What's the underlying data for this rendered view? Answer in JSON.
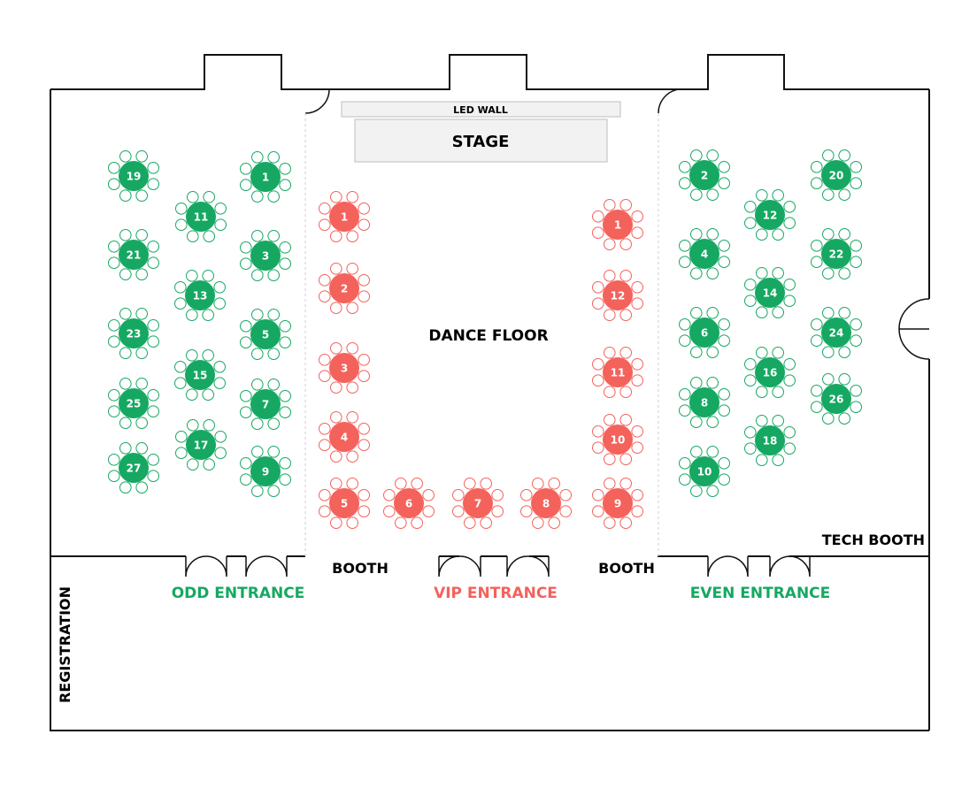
{
  "labels": {
    "led_wall": "LED WALL",
    "stage": "STAGE",
    "dance_floor": "DANCE FLOOR",
    "booth_left": "BOOTH",
    "booth_right": "BOOTH",
    "tech_booth": "TECH BOOTH",
    "odd_entrance": "ODD ENTRANCE",
    "vip_entrance": "VIP ENTRANCE",
    "even_entrance": "EVEN ENTRANCE",
    "registration": "REGISTRATION"
  },
  "colors": {
    "green": "#16a862",
    "red": "#f4625c",
    "wall": "#111111",
    "dashed": "#cfcfcf",
    "stage_fill": "#f2f2f2"
  },
  "tables": {
    "odd": [
      "19",
      "1",
      "11",
      "21",
      "3",
      "13",
      "23",
      "5",
      "15",
      "25",
      "7",
      "17",
      "27",
      "9"
    ],
    "vip": [
      "1",
      "2",
      "3",
      "4",
      "5",
      "6",
      "7",
      "8",
      "9",
      "1",
      "12",
      "11",
      "10"
    ],
    "even": [
      "2",
      "20",
      "12",
      "4",
      "22",
      "14",
      "6",
      "24",
      "16",
      "8",
      "26",
      "18",
      "10"
    ]
  }
}
